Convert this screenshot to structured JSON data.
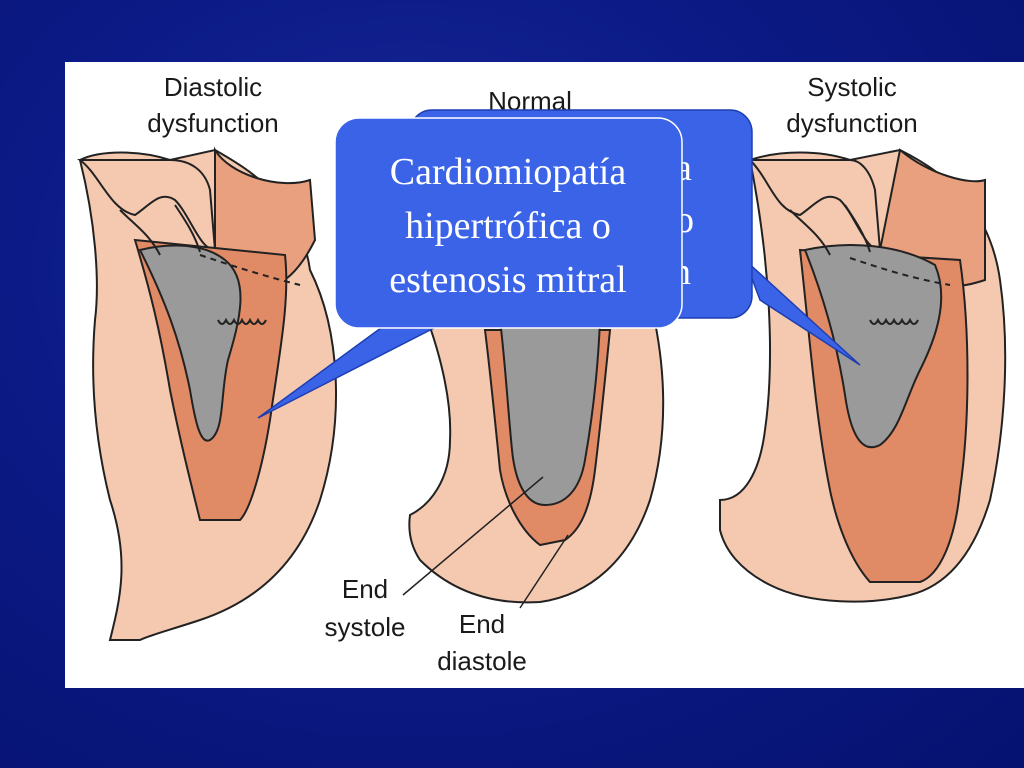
{
  "figure": {
    "panel_left_title_line1": "Diastolic",
    "panel_left_title_line2": "dysfunction",
    "panel_center_title": "Normal",
    "panel_right_title_line1": "Systolic",
    "panel_right_title_line2": "dysfunction",
    "label_end_systole_line1": "End",
    "label_end_systole_line2": "systole",
    "label_end_diastole_line1": "End",
    "label_end_diastole_line2": "diastole"
  },
  "callouts": {
    "front_line1": "Cardiomiopatía",
    "front_line2": "hipertrófica o",
    "front_line3": "estenosis mitral",
    "back_fragment1": "a",
    "back_fragment2": "o",
    "back_fragment3": "n"
  },
  "colors": {
    "background": "#0b1a86",
    "callout_fill": "#3a63e8",
    "myocardium": "#f5c9b0",
    "cavity_wall": "#e08a66",
    "cavity": "#9a9a9a"
  }
}
